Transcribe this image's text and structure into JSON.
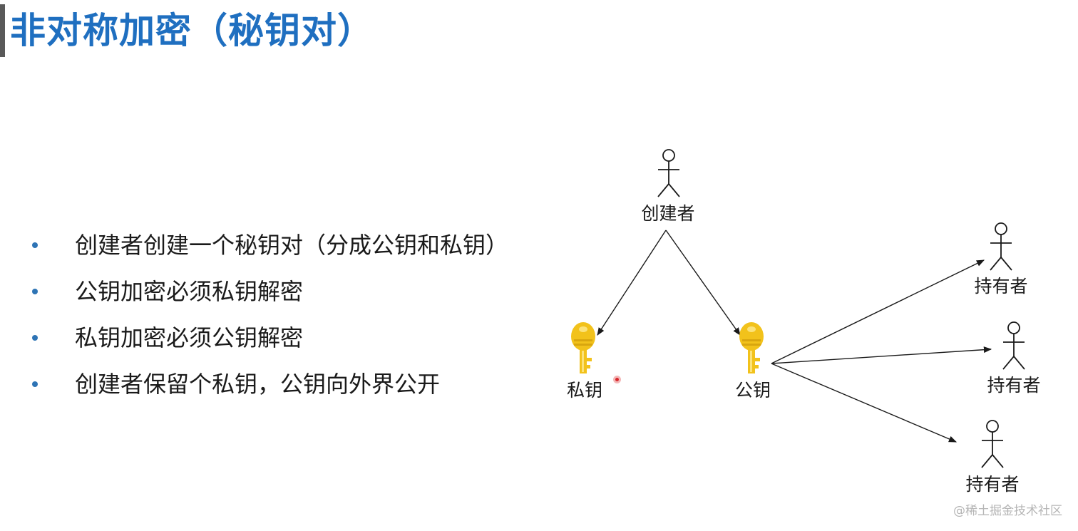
{
  "slide": {
    "title": "非对称加密（秘钥对）",
    "bullets": [
      "创建者创建一个秘钥对（分成公钥和私钥）",
      "公钥加密必须私钥解密",
      "私钥加密必须公钥解密",
      "创建者保留个私钥，公钥向外界公开"
    ]
  },
  "diagram": {
    "creator_label": "创建者",
    "private_key_label": "私钥",
    "public_key_label": "公钥",
    "holder_labels": [
      "持有者",
      "持有者",
      "持有者"
    ]
  },
  "watermark": "@稀土掘金技术社区",
  "colors": {
    "title": "#1f6fc0",
    "bullet": "#2e74b5",
    "key": "#f2c21b",
    "text": "#1a1a1a"
  },
  "icons": [
    "person-icon",
    "key-icon"
  ]
}
